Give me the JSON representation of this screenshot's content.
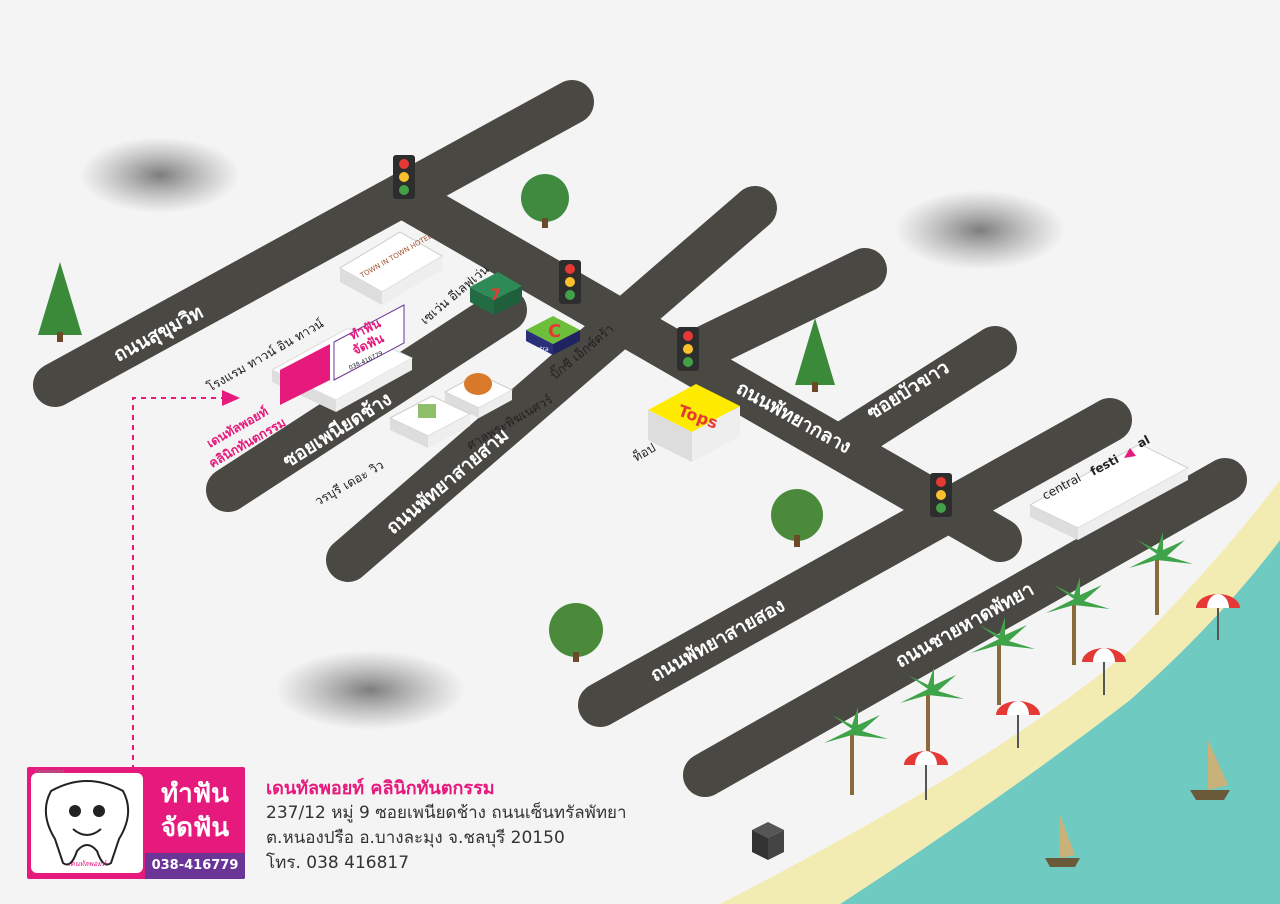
{
  "roads": {
    "sukhumvit": "ถนนสุขุมวิท",
    "soi_pentiya": "ซอยเพนียดช้าง",
    "pattaya_3": "ถนนพัทยาสายสาม",
    "pattaya_klang": "ถนนพัทยากลาง",
    "soi_buakhao": "ซอยบัวขาว",
    "pattaya_2": "ถนนพัทยาสายสอง",
    "beach_road": "ถนนชายหาดพัทยา"
  },
  "places": {
    "hotel": "โรงแรม ทาวน์ อิน ทาวน์",
    "hotel_sign": "TOWN IN TOWN HOTEL",
    "seven_eleven": "เซเว่น อีเลฟเว่น",
    "seven_sign": "7",
    "big_c": "บิ๊กซี เอ็กซ์ตร้า",
    "big_c_sign": "C",
    "big_c_sub": "extra",
    "shrine": "ศาลพระพิฆเนศวร์",
    "varabury": "วรบุรี เดอะ วิว",
    "tops": "ท็อป",
    "tops_sign": "Tops",
    "central_a": "central",
    "central_b": "festi",
    "central_c": "al",
    "clinic_label_1": "เดนทัลพอยท์",
    "clinic_label_2": "คลินิกทันตกรรม",
    "clinic_sign_1": "ทำฟัน",
    "clinic_sign_2": "จัดฟัน",
    "clinic_sign_phone": "038-416779"
  },
  "logo": {
    "brand_top": "ทำฟัน",
    "brand_bottom": "จัดฟัน",
    "phone": "038-416779",
    "mascot_name": "เดนทัลพอยท์",
    "tiny": "Dentalpoint"
  },
  "address": {
    "name": "เดนทัลพอยท์ คลินิกทันตกรรม",
    "line1": "237/12 หมู่ 9 ซอยเพนียดช้าง ถนนเซ็นทรัลพัทยา",
    "line2": "ต.หนองปรือ อ.บางละมุง จ.ชลบุรี 20150",
    "line3": "โทร. 038 416817"
  },
  "colors": {
    "road": "#4a4843",
    "pink": "#e6197d",
    "purple": "#6a3596",
    "sea": "#6fcac2",
    "sand": "#f3ecb2"
  }
}
